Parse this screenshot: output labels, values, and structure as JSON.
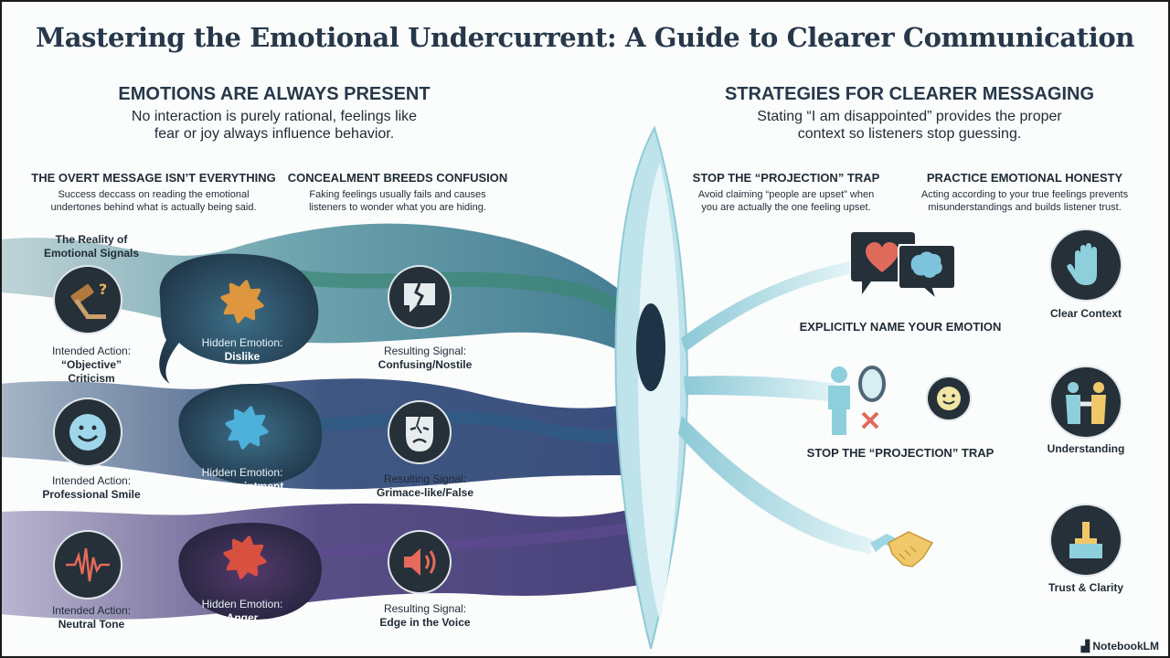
{
  "title": "Mastering the Emotional Undercurrent: A Guide to Clearer Communication",
  "left_section": {
    "heading": "EMOTIONS ARE ALWAYS PRESENT",
    "subtext": [
      "No interaction is purely rational, feelings like",
      "fear or joy always influence behavior."
    ],
    "col1": {
      "heading": "THE OVERT MESSAGE ISN’T EVERYTHING",
      "subtext": [
        "Success deccass on reading the emotional",
        "undertones behind what is actually being said."
      ]
    },
    "col2": {
      "heading": "CONCEALMENT BREEDS CONFUSION",
      "subtext": [
        "Faking feelings usually fails and causes",
        "listeners to wonder what you are hiding."
      ]
    },
    "reality_label": [
      "The Reality of",
      "Emotional Signals"
    ]
  },
  "rows": [
    {
      "action_label": "Intended Action:",
      "action": "“Objective” Criticism",
      "action_icon": "gavel-icon",
      "emotion_label": "Hidden Emotion:",
      "emotion": "Dislike",
      "emotion_color": "#e89a3c",
      "signal_label": "Resulting Signal:",
      "signal": "Confusing/Nostile",
      "signal_icon": "broken-speech-bubble-icon"
    },
    {
      "action_label": "Intended Action:",
      "action": "Professional Smile",
      "action_icon": "smile-icon",
      "emotion_label": "Hidden Emotion:",
      "emotion": "Disappointment",
      "emotion_color": "#4fb6e0",
      "signal_label": "Resulting Signal:",
      "signal": "Grimace-like/False",
      "signal_icon": "cracked-mask-icon"
    },
    {
      "action_label": "Intended Action:",
      "action": "Neutral Tone",
      "action_icon": "waveform-icon",
      "emotion_label": "Hidden Emotion:",
      "emotion": "Anger",
      "emotion_color": "#e0533f",
      "signal_label": "Resulting Signal:",
      "signal": "Edge in the Voice",
      "signal_icon": "speaker-icon"
    }
  ],
  "right_section": {
    "heading": "STRATEGIES FOR CLEARER MESSAGING",
    "subtext": [
      "Stating “I am disappointed” provides the proper",
      "context so listeners stop guessing."
    ],
    "col1": {
      "heading": "STOP THE “PROJECTION” TRAP",
      "subtext": [
        "Avoid claiming “people are upset” when",
        "you are actually the one feeling upset."
      ]
    },
    "col2": {
      "heading": "PRACTICE EMOTIONAL HONESTY",
      "subtext": [
        "Acting according to your true feelings prevents",
        "misunderstandings and builds listener trust."
      ]
    },
    "strategies": [
      {
        "label": "EXPLICITLY NAME YOUR EMOTION",
        "icon": "heart-brain-speech-icon"
      },
      {
        "label": "STOP THE “PROJECTION” TRAP",
        "icon": "person-mirror-icon"
      }
    ],
    "outcomes": [
      {
        "label": "Clear Context",
        "icon": "raised-hand-icon"
      },
      {
        "label": "Understanding",
        "icon": "two-people-handshake-icon"
      },
      {
        "label": "Trust & Clarity",
        "icon": "pedestal-icon"
      }
    ]
  },
  "brand": "NotebookLM",
  "colors": {
    "title": "#26384a",
    "icon_bg": "#253039",
    "stream_teal": "#5e9aa4",
    "stream_navy": "#2b3f6e",
    "stream_purple": "#4b3a78",
    "beam": "#a9dbe4"
  }
}
